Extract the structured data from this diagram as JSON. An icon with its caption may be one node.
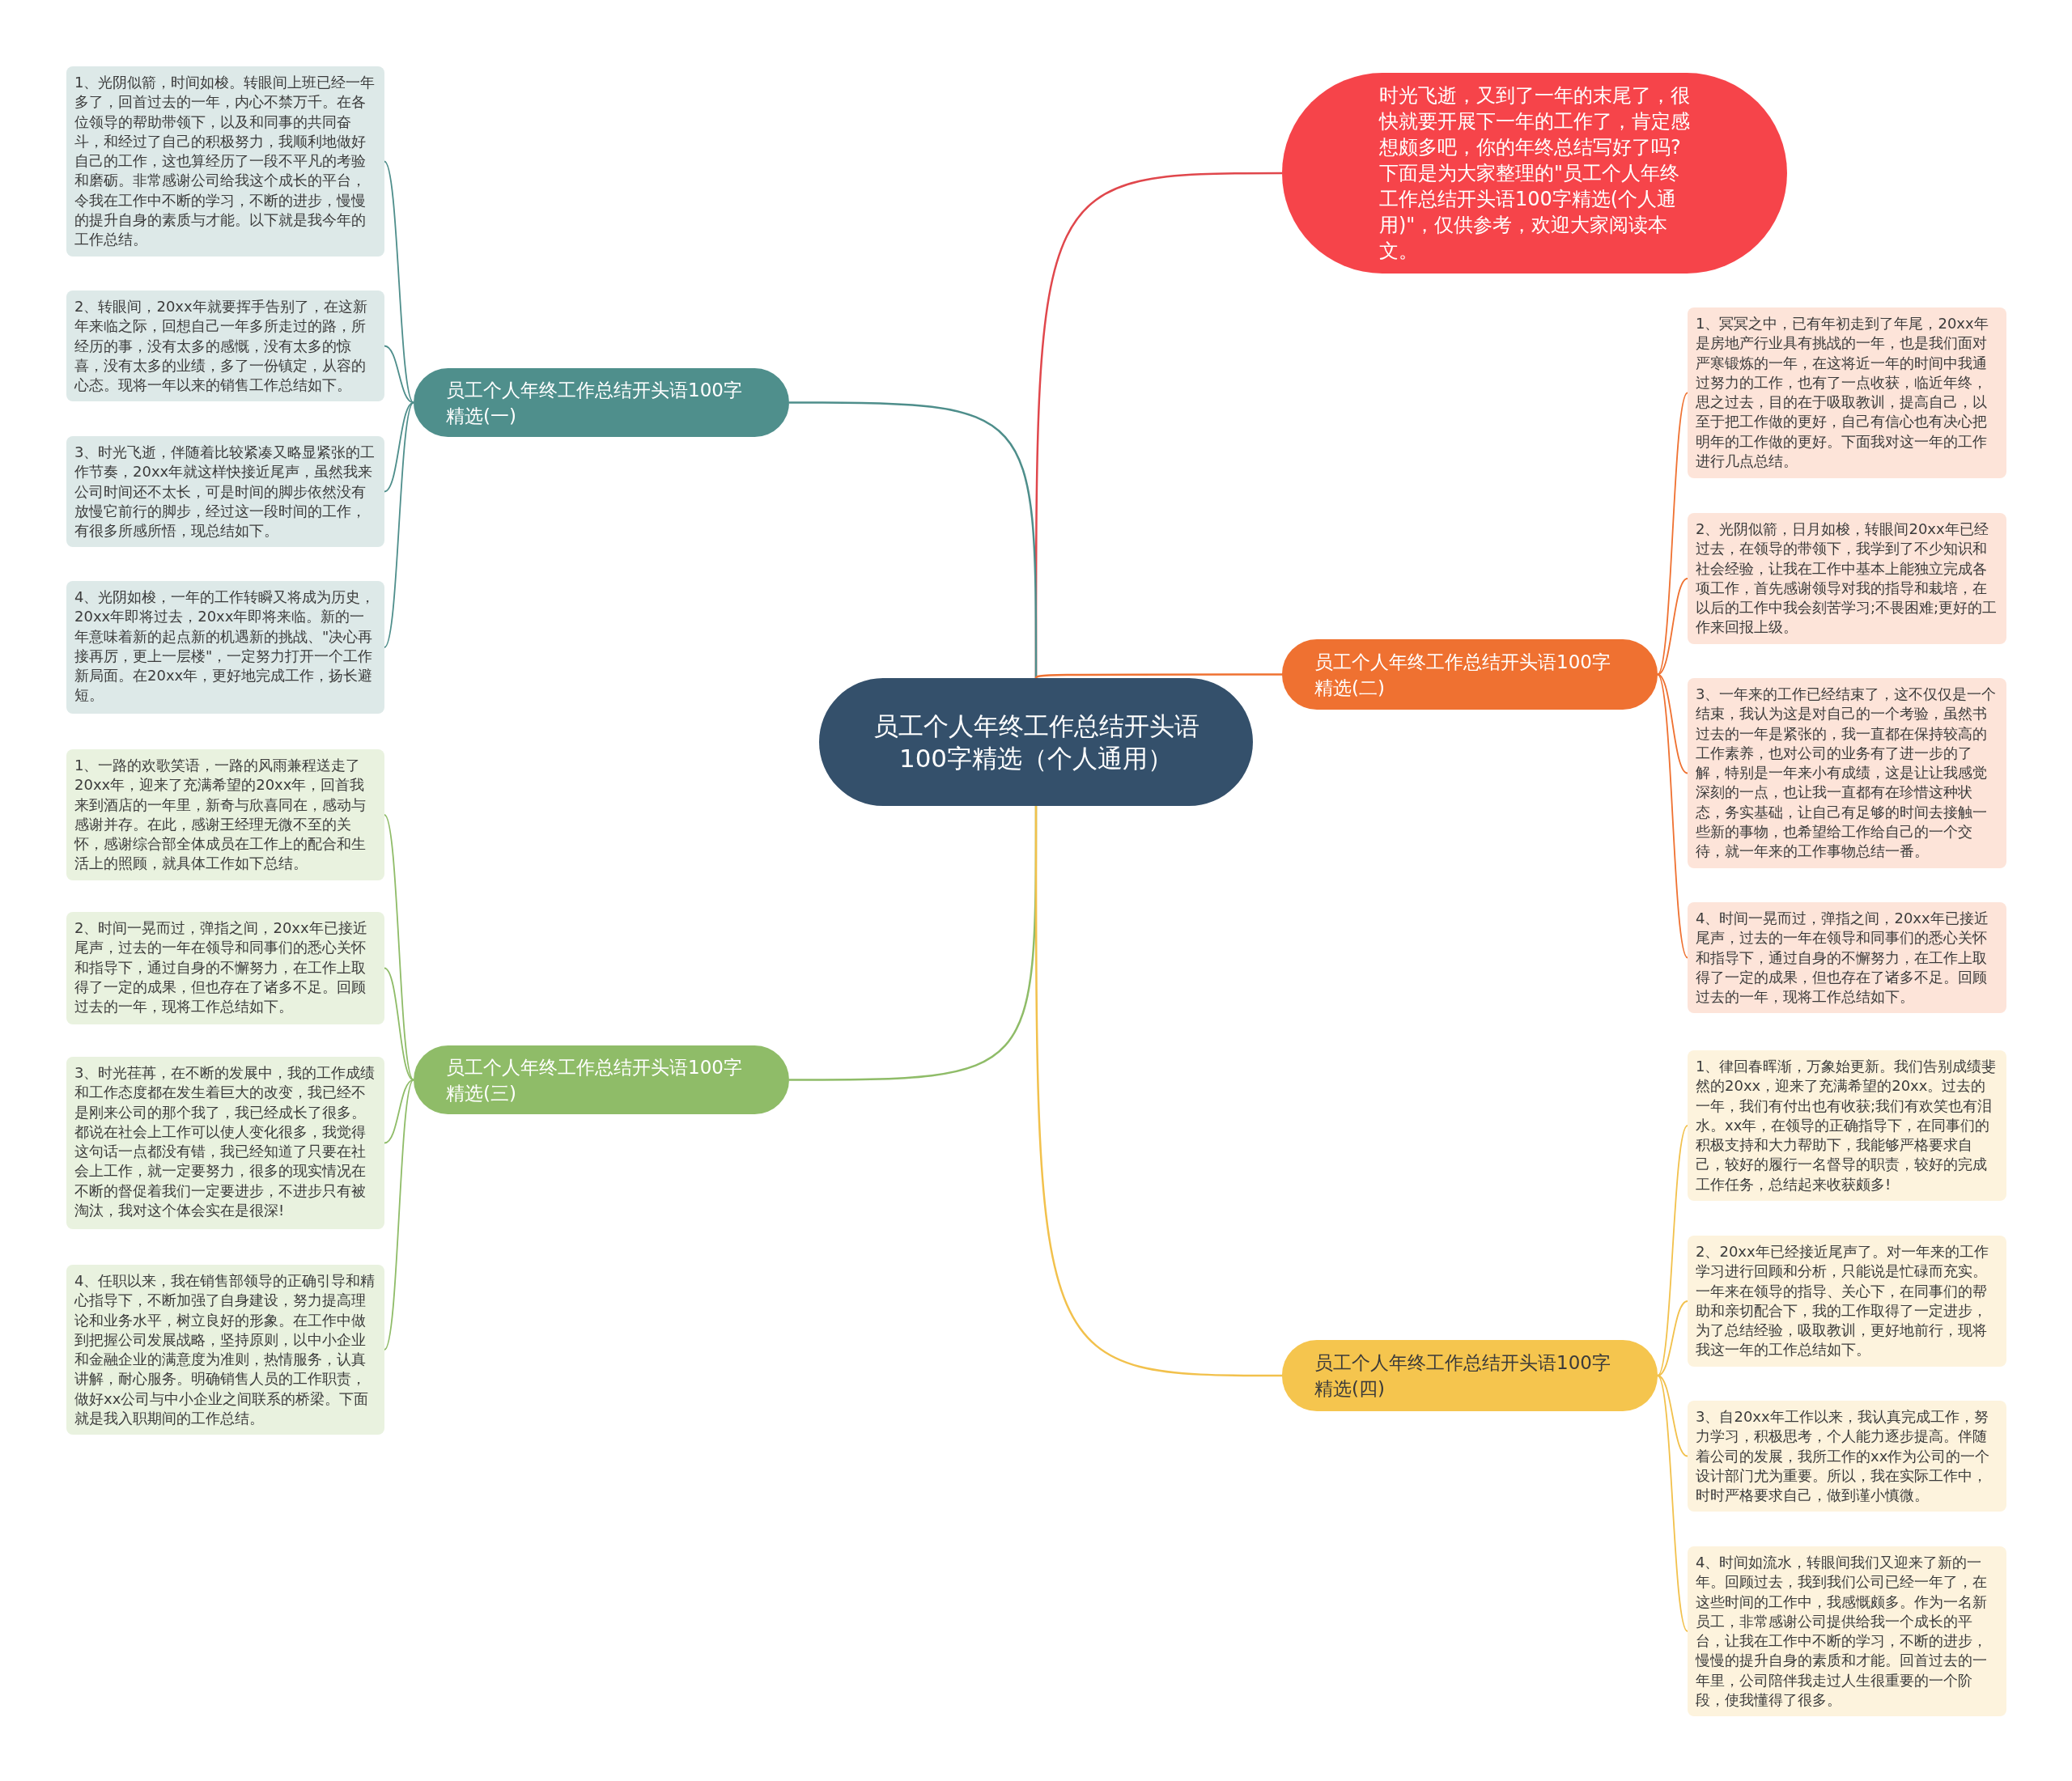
{
  "diagram": {
    "nodes": [
      {
        "text": [
          "员工个人年终工作总结开头语100字精选（个人通用）"
        ]
      },
      {
        "text": [
          "时光飞逝，又到了一年的末尾了，很快就要开展下一年的工作了，肯定感想颇多吧，你的年终总结写好了吗?下面是为大家整理的\"员工个人年终工作总结开头语100字精选(个人通用)\"，仅供参考，欢迎大家阅读本文。"
        ]
      },
      {
        "text": [
          "员工个人年终工作总结开头语100字精选(一)"
        ]
      },
      {
        "text": [
          "1、光阴似箭，时间如梭。转眼间上班已经一年多了，回首过去的一年，内心不禁万千。在各位领导的帮助带领下，以及和同事的共同奋斗，和经过了自己的积极努力，我顺利地做好自己的工作，这也算经历了一段不平凡的考验和磨砺。非常感谢公司给我这个成长的平台，令我在工作中不断的学习，不断的进步，慢慢的提升自身的素质与才能。以下就是我今年的工作总结。"
        ]
      },
      {
        "text": [
          "2、转眼间，20xx年就要挥手告别了，在这新年来临之际，回想自己一年多所走过的路，所经历的事，没有太多的感慨，没有太多的惊喜，没有太多的业绩，多了一份镇定，从容的心态。现将一年以来的销售工作总结如下。"
        ]
      },
      {
        "text": [
          "3、时光飞逝，伴随着比较紧凑又略显紧张的工作节奏，20xx年就这样快接近尾声，虽然我来公司时间还不太长，可是时间的脚步依然没有放慢它前行的脚步，经过这一段时间的工作，有很多所感所悟，现总结如下。"
        ]
      },
      {
        "text": [
          "4、光阴如梭，一年的工作转瞬又将成为历史，20xx年即将过去，20xx年即将来临。新的一年意味着新的起点新的机遇新的挑战、\"决心再接再厉，更上一层楼\"，一定努力打开一个工作新局面。在20xx年，更好地完成工作，扬长避短。"
        ]
      },
      {
        "text": [
          "员工个人年终工作总结开头语100字精选(二)"
        ]
      },
      {
        "text": [
          "1、冥冥之中，已有年初走到了年尾，20xx年是房地产行业具有挑战的一年，也是我们面对严寒锻炼的一年，在这将近一年的时间中我通过努力的工作，也有了一点收获，临近年终，思之过去，目的在于吸取教训，提高自己，以至于把工作做的更好，自己有信心也有决心把明年的工作做的更好。下面我对这一年的工作进行几点总结。"
        ]
      },
      {
        "text": [
          "2、光阴似箭，日月如梭，转眼间20xx年已经过去，在领导的带领下，我学到了不少知识和社会经验，让我在工作中基本上能独立完成各项工作，首先感谢领导对我的指导和栽培，在以后的工作中我会刻苦学习;不畏困难;更好的工作来回报上级。"
        ]
      },
      {
        "text": [
          "3、一年来的工作已经结束了，这不仅仅是一个结束，我认为这是对自己的一个考验，虽然书过去的一年是紧张的，我一直都在保持较高的工作素养，也对公司的业务有了进一步的了解，特别是一年来小有成绩，这是让让我感觉深刻的一点，也让我一直都有在珍惜这种状态，务实基础，让自己有足够的时间去接触一些新的事物，也希望给工作给自己的一个交待，就一年来的工作事物总结一番。"
        ]
      },
      {
        "text": [
          "4、时间一晃而过，弹指之间，20xx年已接近尾声，过去的一年在领导和同事们的悉心关怀和指导下，通过自身的不懈努力，在工作上取得了一定的成果，但也存在了诸多不足。回顾过去的一年，现将工作总结如下。"
        ]
      },
      {
        "text": [
          "员工个人年终工作总结开头语100字精选(三)"
        ]
      },
      {
        "text": [
          "1、一路的欢歌笑语，一路的风雨兼程送走了20xx年，迎来了充满希望的20xx年，回首我来到酒店的一年里，新奇与欣喜同在，感动与感谢并存。在此，感谢王经理无微不至的关怀，感谢综合部全体成员在工作上的配合和生活上的照顾，就具体工作如下总结。"
        ]
      },
      {
        "text": [
          "2、时间一晃而过，弹指之间，20xx年已接近尾声，过去的一年在领导和同事们的悉心关怀和指导下，通过自身的不懈努力，在工作上取得了一定的成果，但也存在了诸多不足。回顾过去的一年，现将工作总结如下。"
        ]
      },
      {
        "text": [
          "3、时光荏苒，在不断的发展中，我的工作成绩和工作态度都在发生着巨大的改变，我已经不是刚来公司的那个我了，我已经成长了很多。都说在社会上工作可以使人变化很多，我觉得这句话一点都没有错，我已经知道了只要在社会上工作，就一定要努力，很多的现实情况在不断的督促着我们一定要进步，不进步只有被淘汰，我对这个体会实在是很深!"
        ]
      },
      {
        "text": [
          "4、任职以来，我在销售部领导的正确引导和精心指导下，不断加强了自身建设，努力提高理论和业务水平，树立良好的形象。在工作中做到把握公司发展战略，坚持原则，以中小企业和金融企业的满意度为准则，热情服务，认真讲解，耐心服务。明确销售人员的工作职责，做好xx公司与中小企业之间联系的桥梁。下面就是我入职期间的工作总结。"
        ]
      },
      {
        "text": [
          "员工个人年终工作总结开头语100字精选(四)"
        ]
      },
      {
        "text": [
          "1、律回春晖渐，万象始更新。我们告别成绩斐然的20xx，迎来了充满希望的20xx。过去的一年，我们有付出也有收获;我们有欢笑也有泪水。xx年，在领导的正确指导下，在同事们的积极支持和大力帮助下，我能够严格要求自己，较好的履行一名督导的职责，较好的完成工作任务，总结起来收获颇多!"
        ]
      },
      {
        "text": [
          "2、20xx年已经接近尾声了。对一年来的工作学习进行回顾和分析，只能说是忙碌而充实。一年来在领导的指导、关心下，在同事们的帮助和亲切配合下，我的工作取得了一定进步，为了总结经验，吸取教训，更好地前行，现将我这一年的工作总结如下。"
        ]
      },
      {
        "text": [
          "3、自20xx年工作以来，我认真完成工作，努力学习，积极思考，个人能力逐步提高。伴随着公司的发展，我所工作的xx作为公司的一个设计部门尤为重要。所以，我在实际工作中，时时严格要求自己，做到谨小慎微。"
        ]
      },
      {
        "text": [
          "4、时间如流水，转眼间我们又迎来了新的一年。回顾过去，我到我们公司已经一年了，在这些时间的工作中，我感慨颇多。作为一名新员工，非常感谢公司提供给我一个成长的平台，让我在工作中不断的学习，不断的进步，慢慢的提升自身的素质和才能。回首过去的一年里，公司陪伴我走过人生很重要的一个阶段，使我懂得了很多。"
        ]
      }
    ],
    "edges": [
      {
        "from": 0,
        "to": 1,
        "arrow": "none",
        "color": "#e0474c"
      },
      {
        "from": 0,
        "to": 2,
        "arrow": "none",
        "color": "#4e8e8b"
      },
      {
        "from": 2,
        "to": 3,
        "arrow": "none",
        "color": "#4e8e8b"
      },
      {
        "from": 2,
        "to": 4,
        "arrow": "none",
        "color": "#4e8e8b"
      },
      {
        "from": 2,
        "to": 5,
        "arrow": "none",
        "color": "#4e8e8b"
      },
      {
        "from": 2,
        "to": 6,
        "arrow": "none",
        "color": "#4e8e8b"
      },
      {
        "from": 0,
        "to": 7,
        "arrow": "none",
        "color": "#ef7131"
      },
      {
        "from": 7,
        "to": 8,
        "arrow": "none",
        "color": "#ef7131"
      },
      {
        "from": 7,
        "to": 9,
        "arrow": "none",
        "color": "#ef7131"
      },
      {
        "from": 7,
        "to": 10,
        "arrow": "none",
        "color": "#ef7131"
      },
      {
        "from": 7,
        "to": 11,
        "arrow": "none",
        "color": "#ef7131"
      },
      {
        "from": 0,
        "to": 12,
        "arrow": "none",
        "color": "#8fbc68"
      },
      {
        "from": 12,
        "to": 13,
        "arrow": "none",
        "color": "#8fbc68"
      },
      {
        "from": 12,
        "to": 14,
        "arrow": "none",
        "color": "#8fbc68"
      },
      {
        "from": 12,
        "to": 15,
        "arrow": "none",
        "color": "#8fbc68"
      },
      {
        "from": 12,
        "to": 16,
        "arrow": "none",
        "color": "#8fbc68"
      },
      {
        "from": 0,
        "to": 17,
        "arrow": "none",
        "color": "#f2c14c"
      },
      {
        "from": 17,
        "to": 18,
        "arrow": "none",
        "color": "#f2c14c"
      },
      {
        "from": 17,
        "to": 19,
        "arrow": "none",
        "color": "#f2c14c"
      },
      {
        "from": 17,
        "to": 20,
        "arrow": "none",
        "color": "#f2c14c"
      },
      {
        "from": 17,
        "to": 21,
        "arrow": "none",
        "color": "#f2c14c"
      }
    ]
  }
}
